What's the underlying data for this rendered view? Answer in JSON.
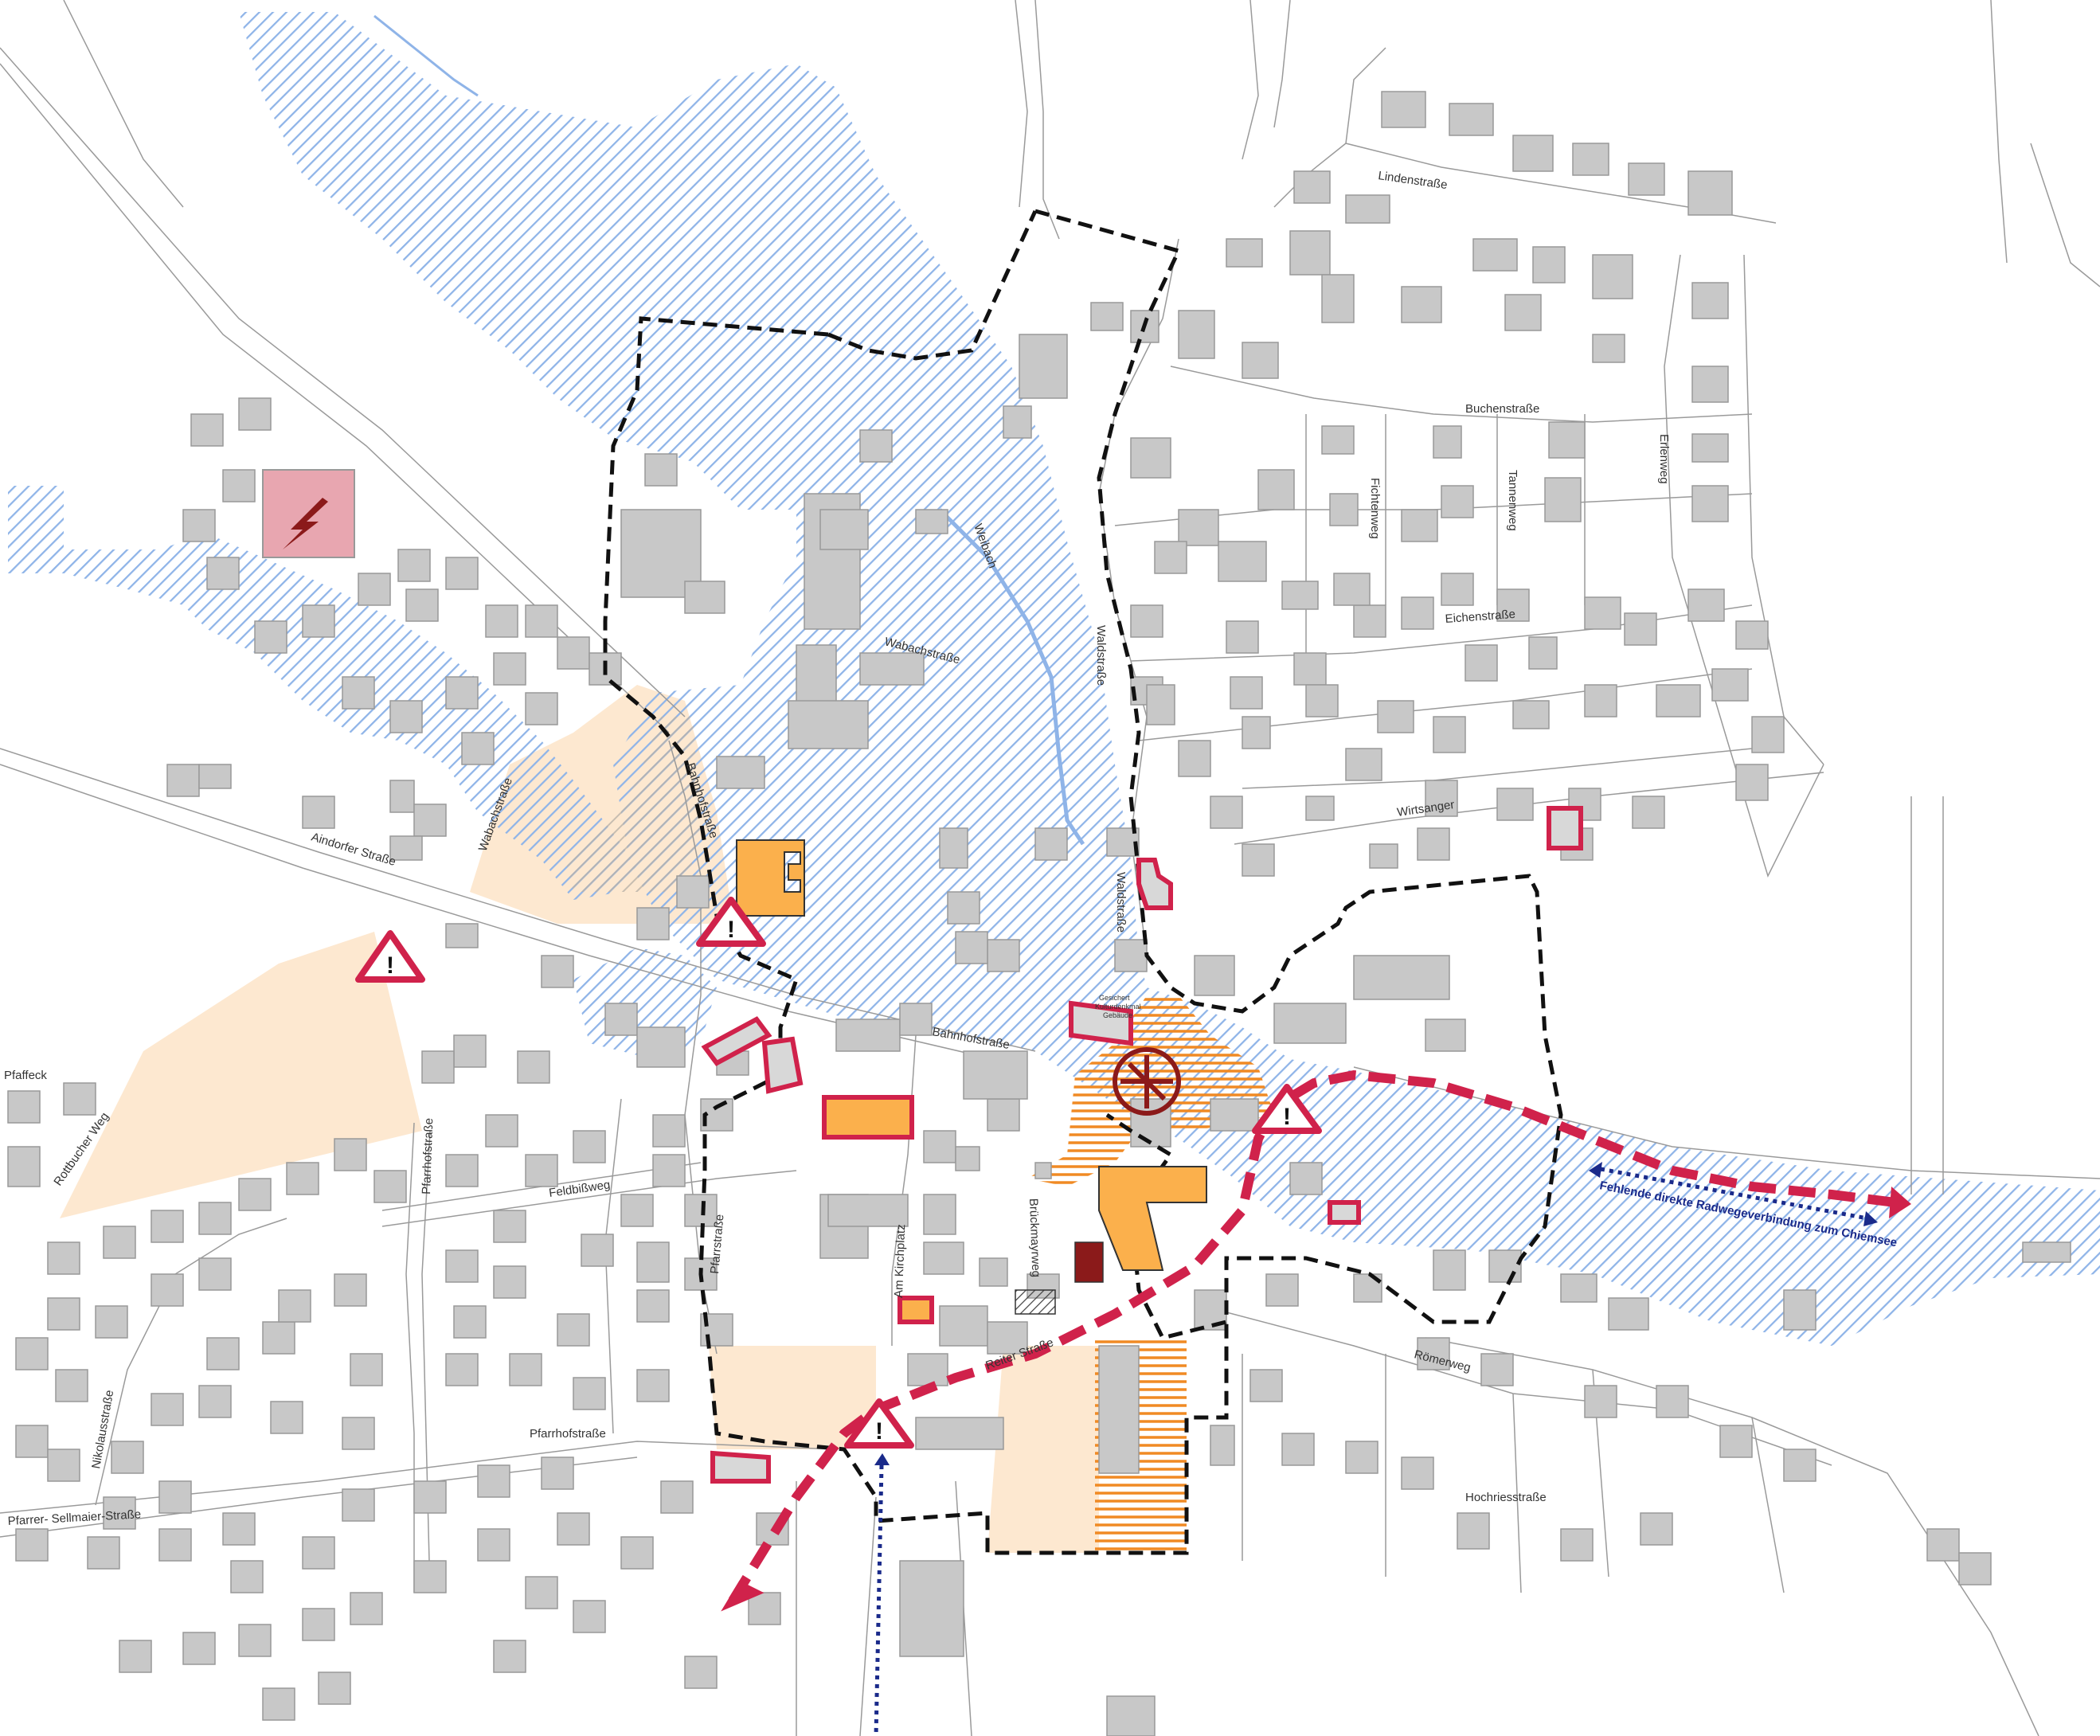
{
  "map": {
    "title": "",
    "colors": {
      "background": "#ffffff",
      "building": "#c8c8c8",
      "building_stroke": "#999999",
      "parcel_line": "#9a9a9a",
      "flood_hatch": "#8fb4e8",
      "planning_boundary": "#111111",
      "development_area": "#fde8d0",
      "orange_hatch": "#f08a24",
      "orange_building": "#fbb04c",
      "highlight_outline": "#d0224b",
      "highlight_fill": "#d8d8d8",
      "warning": "#d0224b",
      "cycle_gap": "#1a2a8a",
      "energy_building": "#e8a6b0",
      "energy_symbol": "#8b1a1a",
      "monument": "#8b1a1a",
      "dark_building": "#8b1a1a"
    },
    "symbols": {
      "warning_icon": "warning-triangle-icon",
      "energy_icon": "lightning-bolt-icon",
      "monument_icon": "sacred-monument-icon"
    }
  },
  "streets": {
    "lindenstrasse": "Lindenstraße",
    "buchenstrasse": "Buchenstraße",
    "eichenstrasse": "Eichenstraße",
    "fichtenweg": "Fichtenweg",
    "tannenweg": "Tannenweg",
    "erlenweg": "Erlenweg",
    "wirtsanger": "Wirtsanger",
    "waldstrasse_north": "Waldstraße",
    "waldstrasse_south": "Waldstraße",
    "wahlbach": "Weibach",
    "wabachstrasse": "Wabachstraße",
    "bahnhofstrasse": "Bahnhofstraße",
    "bahnhofstrasse_west": "Bahnhofstraße",
    "aindorfer": "Aindorfer Straße",
    "wabachstrasse_w": "Wabachstraße",
    "rottbucher": "Rottbucher Weg",
    "pfarrhof_v": "Pfarrhofstraße",
    "pfarrhof_h": "Pfarrhofstraße",
    "feldbissweg": "Feldbißweg",
    "nikolausstrasse": "Nikolausstraße",
    "sellmaier": "Pfarrer- Sellmaier-Straße",
    "am_kirchplatz": "Am Kirchplatz",
    "brueckmayrweg": "Brückmayrweg",
    "roemerweg": "Römerweg",
    "hochriesstrasse": "Hochriesstraße",
    "staatsstrasse": "Reiter Straße",
    "pfaffeck": "Pfaffeck",
    "pfarrst": "Pfarrstraße",
    "kirche_note_1": "Gesichert",
    "kirche_note_2": "Kulturdenkmal",
    "kirche_note_3": "Gebäude"
  },
  "annotations": {
    "cycle_gap_note": "Fehlende direkte Radwegeverbindung zum Chiemsee"
  }
}
